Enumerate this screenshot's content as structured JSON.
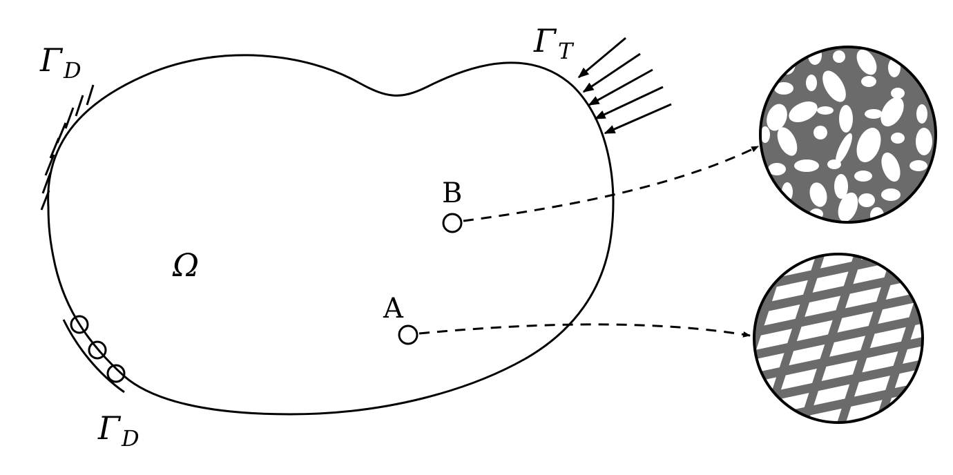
{
  "labels": {
    "domain": "Ω",
    "gamma_sym": "Γ",
    "traction_sub": "T",
    "dirichlet_sub": "D",
    "point_a": "A",
    "point_b": "B"
  },
  "colors": {
    "stroke": "#000000",
    "matrix_gray": "#6b6b6b",
    "inclusion": "#ffffff"
  }
}
